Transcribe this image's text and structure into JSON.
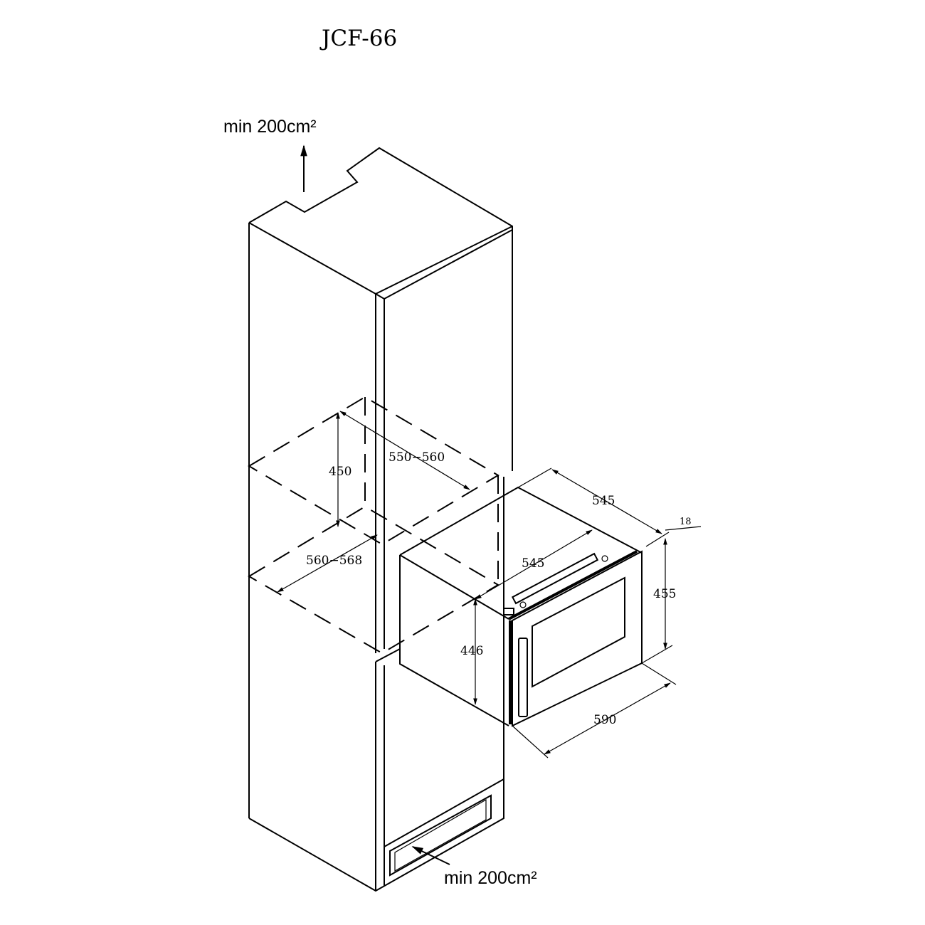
{
  "title": "JCF-66",
  "vent_top": "min 200cm²",
  "vent_bottom": "min 200cm²",
  "dimensions": {
    "niche_height": "450",
    "niche_depth": "550−560",
    "niche_width": "560−568",
    "appliance_depth_top": "545",
    "appliance_depth_side": "545",
    "door_thickness": "18",
    "front_height": "455",
    "body_height": "446",
    "front_width": "590"
  }
}
